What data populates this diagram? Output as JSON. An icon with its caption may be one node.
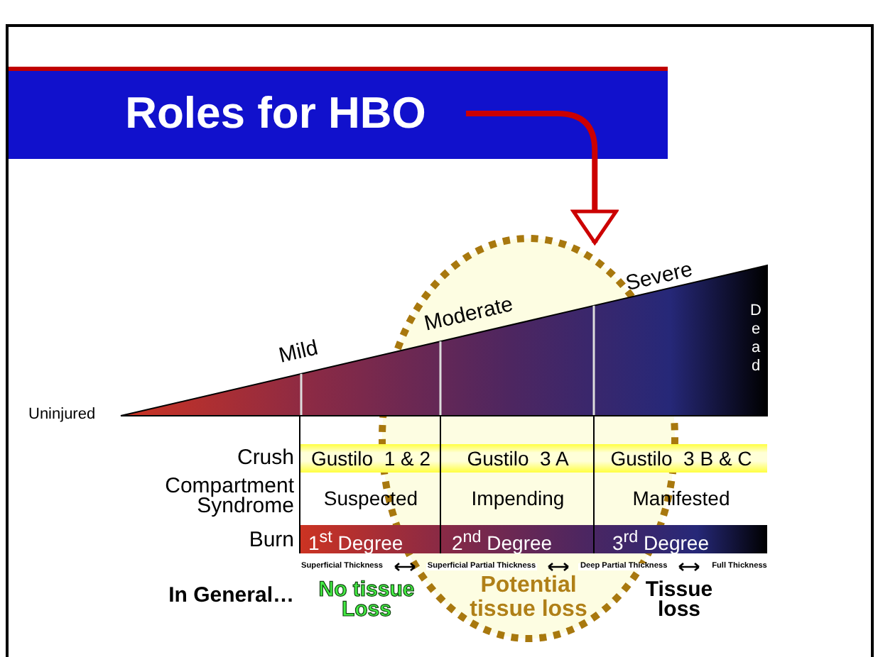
{
  "diagram": {
    "nodes": [
      {
        "text": [
          "Roles for HBO"
        ]
      },
      {
        "text": [
          "Potential tissue loss"
        ]
      }
    ],
    "edges": [
      {
        "from": 0,
        "to": 1,
        "arrow": "to"
      }
    ],
    "labels": [
      "Mild",
      "Moderate",
      "Severe",
      "Dead",
      "Uninjured",
      "Crush",
      "Gustilo  1 & 2",
      "Gustilo  3 A",
      "Gustilo  3 B & C",
      "Compartment Syndrome",
      "Suspected",
      "Impending",
      "Manifested",
      "Burn",
      "1$^{st}$ Degree",
      "2$^{nd}$ Degree",
      "3$^{rd}$ Degree",
      "Superficial Thickness",
      "Superficial Partial Thickness",
      "Deep Partial Thickness",
      "Full Thickness",
      "In General…",
      "No tissue Loss",
      "Tissue loss"
    ]
  }
}
